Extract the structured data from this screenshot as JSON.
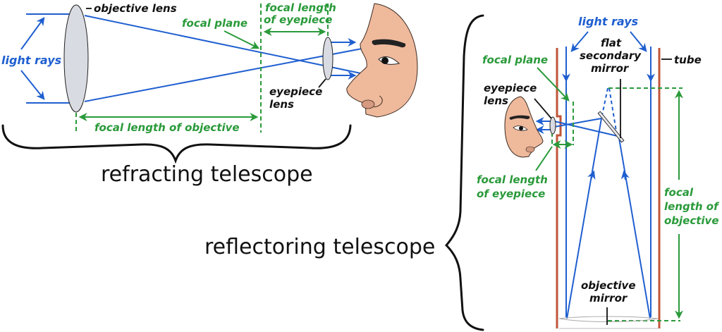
{
  "colors": {
    "light_rays": "#1f5fd0",
    "focal_annotations": "#2a9a3a",
    "tube": "#c0553a",
    "skin": "#efb99c",
    "lens": "#d9dbe2",
    "text": "#111111"
  },
  "refracting": {
    "title": "refracting telescope",
    "labels": {
      "light_rays": "light rays",
      "objective_lens": "objective lens",
      "focal_plane": "focal plane",
      "focal_length_eyepiece_line1": "focal length",
      "focal_length_eyepiece_line2": "of eyepiece",
      "eyepiece_lens_line1": "eyepiece",
      "eyepiece_lens_line2": "lens",
      "focal_length_objective": "focal length of objective"
    }
  },
  "reflecting": {
    "title": "reflectoring telescope",
    "labels": {
      "light_rays": "light rays",
      "flat_secondary_mirror_line1": "flat",
      "flat_secondary_mirror_line2": "secondary",
      "flat_secondary_mirror_line3": "mirror",
      "tube": "tube",
      "focal_plane": "focal plane",
      "eyepiece_lens_line1": "eyepiece",
      "eyepiece_lens_line2": "lens",
      "focal_length_eyepiece_line1": "focal length",
      "focal_length_eyepiece_line2": "of eyepiece",
      "focal_length_objective_line1": "focal",
      "focal_length_objective_line2": "length of",
      "focal_length_objective_line3": "objective",
      "objective_mirror_line1": "objective",
      "objective_mirror_line2": "mirror"
    }
  }
}
